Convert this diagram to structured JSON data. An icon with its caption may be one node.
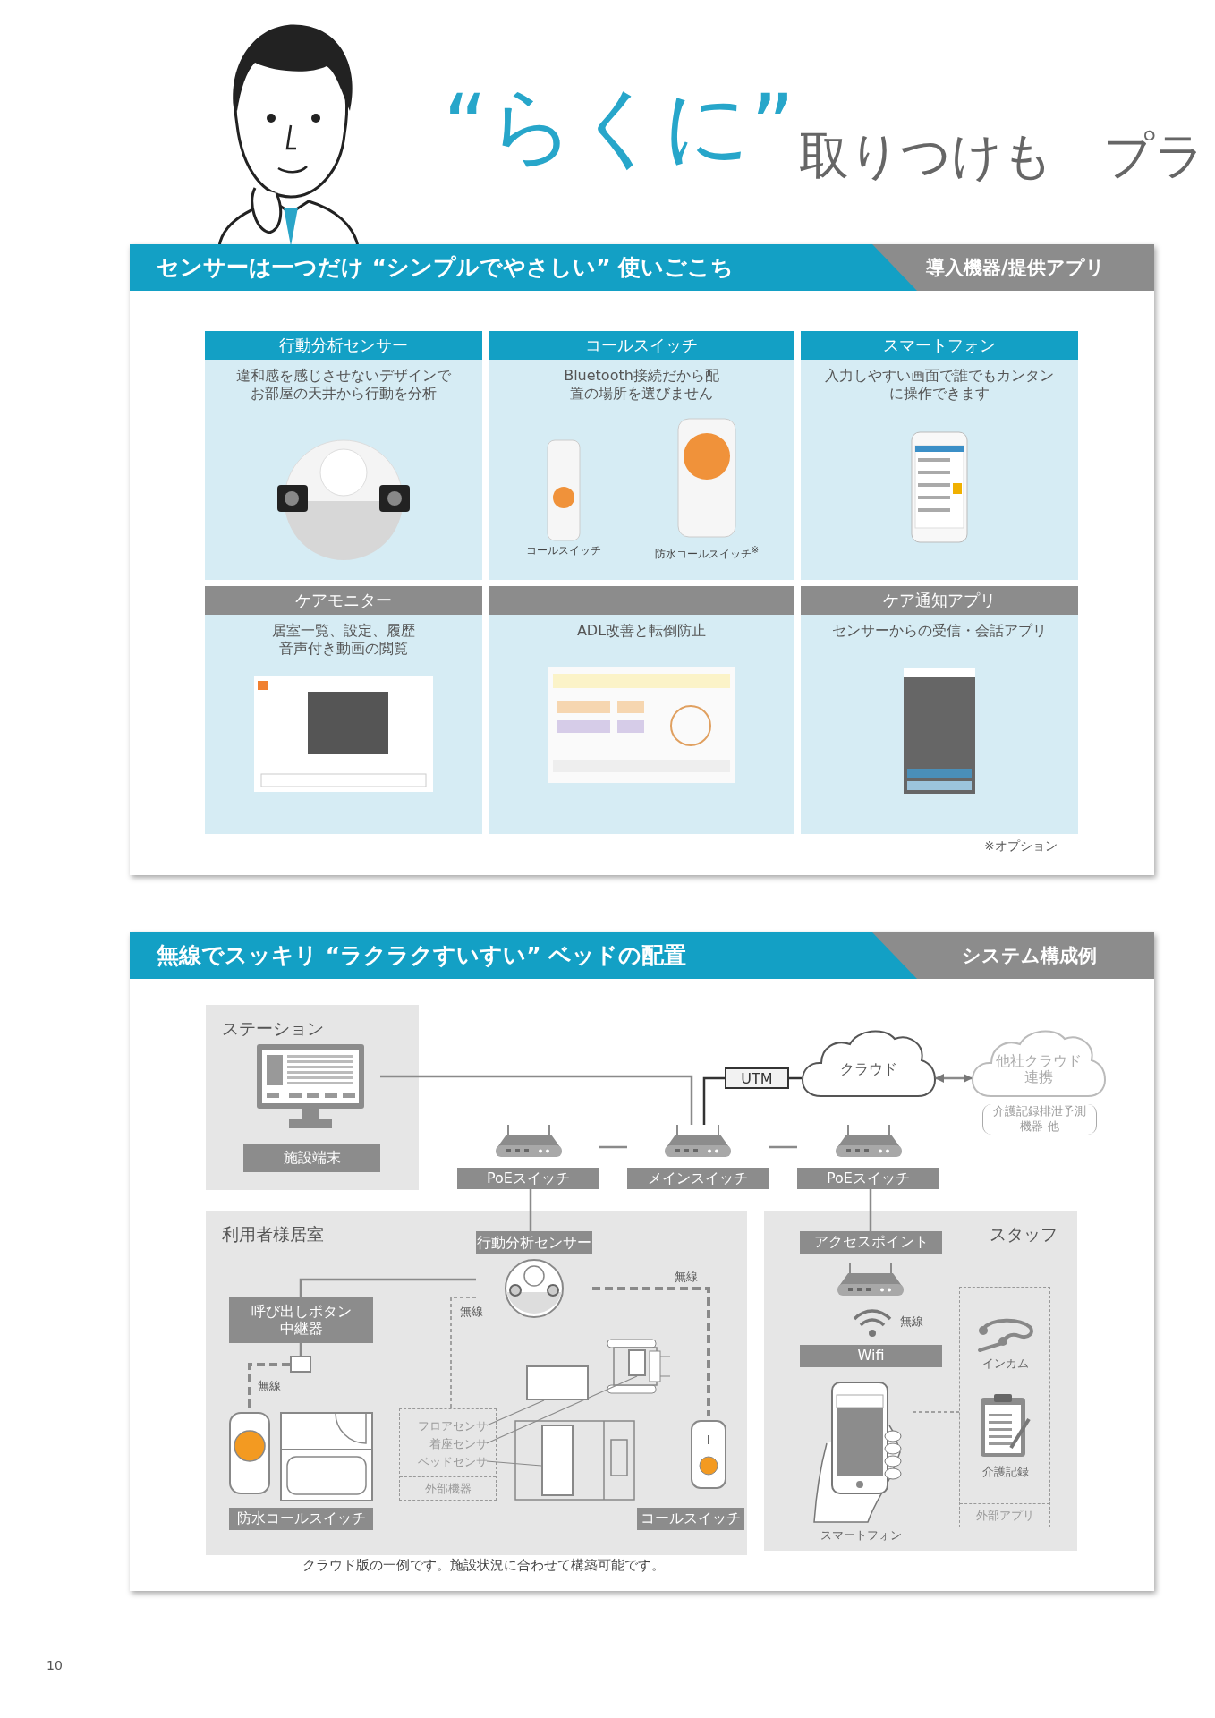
{
  "diagram": {
    "title": "“らくに”",
    "caption": "クラウド版の一例です。施設状況に合わせて構築可能です。",
    "nodes": [
      {
        "text": [
          "行動分析センサー",
          "違和感を感じさせないデザインでお部屋の天井から行動を分析"
        ]
      },
      {
        "text": [
          "コールスイッチ",
          "Bluetooth接続だから配置の場所を選びません"
        ]
      },
      {
        "text": [
          "スマートフォン",
          "入力しやすい画面で誰でもカンタンに操作できます"
        ]
      },
      {
        "text": [
          "ケアモニター",
          "居室一覧、設定、履歴音声付き動画の閲覧"
        ]
      },
      {
        "text": [
          "ADL改善と転倒防止"
        ]
      },
      {
        "text": [
          "ケア通知アプリ",
          "センサーからの受信・会話アプリ"
        ]
      },
      {
        "text": [
          "ステーション"
        ]
      },
      {
        "text": [
          "施設端末"
        ],
        "in": 6
      },
      {
        "text": [
          "UTM"
        ]
      },
      {
        "text": [
          "クラウド"
        ]
      },
      {
        "text": [
          "他社クラウド連携"
        ],
        "beside": [
          "介護記録排泄予測機器 他"
        ]
      },
      {
        "text": [
          "PoEスイッチ"
        ]
      },
      {
        "text": [
          "メインスイッチ"
        ]
      },
      {
        "text": [
          "PoEスイッチ"
        ]
      },
      {
        "text": [
          "利用者様居室"
        ]
      },
      {
        "text": [
          "行動分析センサー"
        ],
        "in": 14
      },
      {
        "text": [
          "呼び出しボタン中継器"
        ],
        "in": 14
      },
      {
        "text": [],
        "shape": "box",
        "in": 14
      },
      {
        "text": [
          "防水コールスイッチ"
        ],
        "in": 14
      },
      {
        "text": [
          "外部機器"
        ],
        "in": 14
      },
      {
        "text": [
          "フロアセンサ"
        ],
        "in": 19
      },
      {
        "text": [
          "着座センサ"
        ],
        "in": 19
      },
      {
        "text": [
          "ベッドセンサ"
        ],
        "in": 19
      },
      {
        "text": [
          "コールスイッチ"
        ],
        "in": 14
      },
      {
        "text": [],
        "shape": "box",
        "in": 14
      },
      {
        "text": [],
        "shape": "box",
        "in": 14
      },
      {
        "text": [],
        "shape": "box",
        "in": 14
      },
      {
        "text": [
          "スタッフ"
        ]
      },
      {
        "text": [
          "アクセスポイント"
        ],
        "in": 27
      },
      {
        "text": [
          "Wifi"
        ],
        "in": 27
      },
      {
        "text": [
          "スマートフォン"
        ],
        "in": 27
      },
      {
        "text": [
          "外部アプリ"
        ],
        "in": 27
      },
      {
        "text": [
          "インカム"
        ],
        "in": 31
      },
      {
        "text": [
          "介護記録"
        ],
        "in": 31
      }
    ],
    "edges": [
      {
        "from": 7,
        "to": 12,
        "arrow": "none"
      },
      {
        "from": 12,
        "to": 8,
        "arrow": "none",
        "color": "#333333"
      },
      {
        "from": 8,
        "to": 9,
        "arrow": "none",
        "color": "#333333"
      },
      {
        "from": 9,
        "to": 10,
        "arrow": "both"
      },
      {
        "from": 11,
        "to": 12,
        "arrow": "none"
      },
      {
        "from": 12,
        "to": 13,
        "arrow": "none"
      },
      {
        "from": 11,
        "to": 15,
        "arrow": "none"
      },
      {
        "from": 13,
        "to": 28,
        "arrow": "none"
      },
      {
        "from": 15,
        "to": 16,
        "arrow": "none"
      },
      {
        "from": 16,
        "to": 17,
        "arrow": "none"
      },
      {
        "from": 17,
        "to": 18,
        "arrow": "none",
        "style": "dashed",
        "label": "無線"
      },
      {
        "from": 15,
        "to": 19,
        "arrow": "none",
        "style": "dashed",
        "label": "無線"
      },
      {
        "from": 15,
        "to": 23,
        "arrow": "none",
        "style": "dashed",
        "label": "無線"
      },
      {
        "from": 20,
        "to": 24,
        "arrow": "none"
      },
      {
        "from": 21,
        "to": 25,
        "arrow": "none"
      },
      {
        "from": 22,
        "to": 26,
        "arrow": "none"
      },
      {
        "from": 30,
        "to": 31,
        "arrow": "none",
        "style": "dashed"
      }
    ],
    "labels": [
      "取りつけも　プラ",
      "センサーは一つだけ “シンプルでやさしい” 使いごこち",
      "導入機器/提供アプリ",
      "コールスイッチ",
      "防水コールスイッチ$^{※}$",
      "※オプション",
      "無線でスッキリ “ラクラクすいすい” ベッドの配置",
      "システム構成例",
      "無線",
      "10"
    ]
  }
}
